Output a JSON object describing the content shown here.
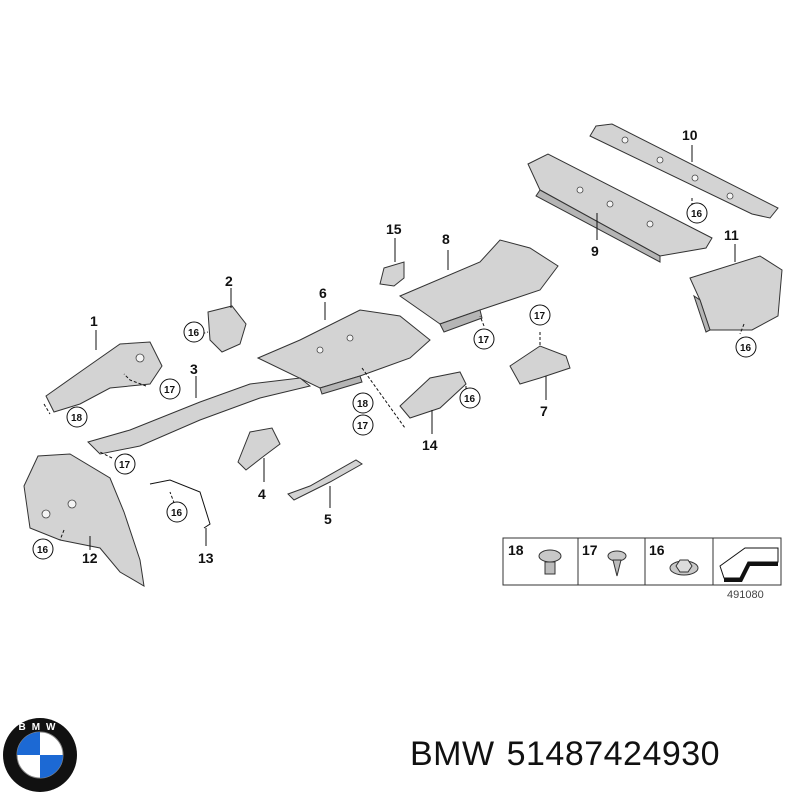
{
  "diagram": {
    "ref_code": "491080",
    "parts": [
      {
        "id": "1",
        "label": "1"
      },
      {
        "id": "2",
        "label": "2"
      },
      {
        "id": "3",
        "label": "3"
      },
      {
        "id": "4",
        "label": "4"
      },
      {
        "id": "5",
        "label": "5"
      },
      {
        "id": "6",
        "label": "6"
      },
      {
        "id": "7",
        "label": "7"
      },
      {
        "id": "8",
        "label": "8"
      },
      {
        "id": "9",
        "label": "9"
      },
      {
        "id": "10",
        "label": "10"
      },
      {
        "id": "11",
        "label": "11"
      },
      {
        "id": "12",
        "label": "12"
      },
      {
        "id": "13",
        "label": "13"
      },
      {
        "id": "14",
        "label": "14"
      },
      {
        "id": "15",
        "label": "15"
      }
    ],
    "callouts": {
      "c16": "16",
      "c17": "17",
      "c18": "18"
    },
    "legend": [
      {
        "label": "18"
      },
      {
        "label": "17"
      },
      {
        "label": "16"
      }
    ]
  },
  "footer": {
    "brand": "BMW",
    "part_number": "51487424930",
    "logo_letters": "BMW",
    "logo_colors": {
      "blue": "#1c69d4",
      "white": "#ffffff",
      "ring": "#111111"
    }
  }
}
